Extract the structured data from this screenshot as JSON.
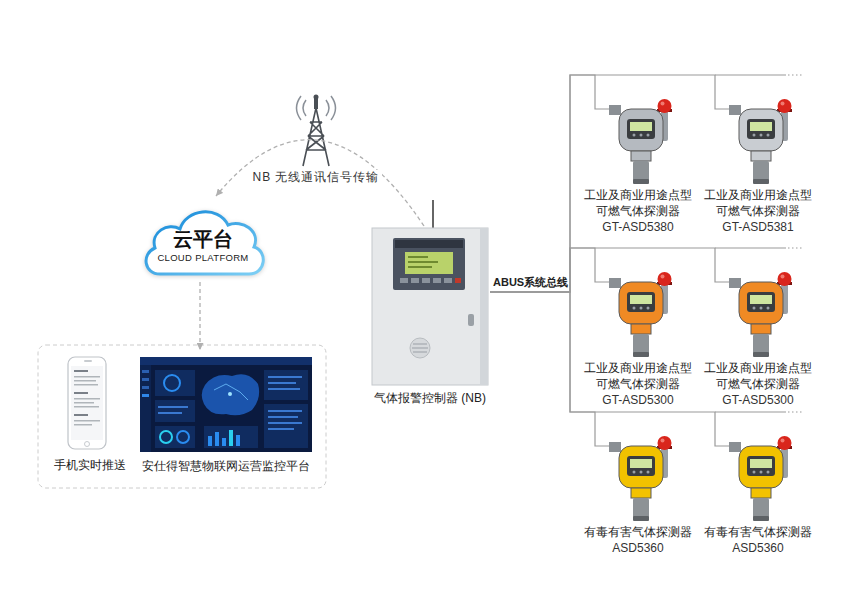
{
  "diagram": {
    "nodes": [
      {
        "text": [
          "云平台",
          "CLOUD PLATFORM"
        ]
      },
      {
        "text": [
          "手机实时推送"
        ]
      },
      {
        "text": [
          "安仕得智慧物联网运营监控平台"
        ]
      },
      {
        "text": [
          "气体报警控制器 (NB)"
        ]
      },
      {
        "text": [
          "工业及商业用途点型 可燃气体探测器",
          "GT-ASD5380"
        ]
      },
      {
        "text": [
          "工业及商业用途点型 可燃气体探测器",
          "GT-ASD5381"
        ]
      },
      {
        "text": [
          "工业及商业用途点型 可燃气体探测器",
          "GT-ASD5300"
        ]
      },
      {
        "text": [
          "工业及商业用途点型 可燃气体探测器",
          "GT-ASD5300"
        ]
      },
      {
        "text": [
          "有毒有害气体探测器",
          "ASD5360"
        ]
      },
      {
        "text": [
          "有毒有害气体探测器",
          "ASD5360"
        ]
      }
    ],
    "edges": [
      {
        "from": 3,
        "to": 0,
        "arrow": "to",
        "label": "NB 无线通讯信号传输"
      },
      {
        "from": 0,
        "to": 2,
        "arrow": "to"
      },
      {
        "from": 3,
        "to": 4,
        "arrow": "none"
      },
      {
        "from": 3,
        "to": 5,
        "arrow": "none"
      },
      {
        "from": 3,
        "to": 6,
        "arrow": "none"
      },
      {
        "from": 3,
        "to": 7,
        "arrow": "none"
      },
      {
        "from": 3,
        "to": 8,
        "arrow": "none"
      },
      {
        "from": 3,
        "to": 9,
        "arrow": "none"
      }
    ],
    "labels": [
      "ABUS系统总线"
    ]
  }
}
